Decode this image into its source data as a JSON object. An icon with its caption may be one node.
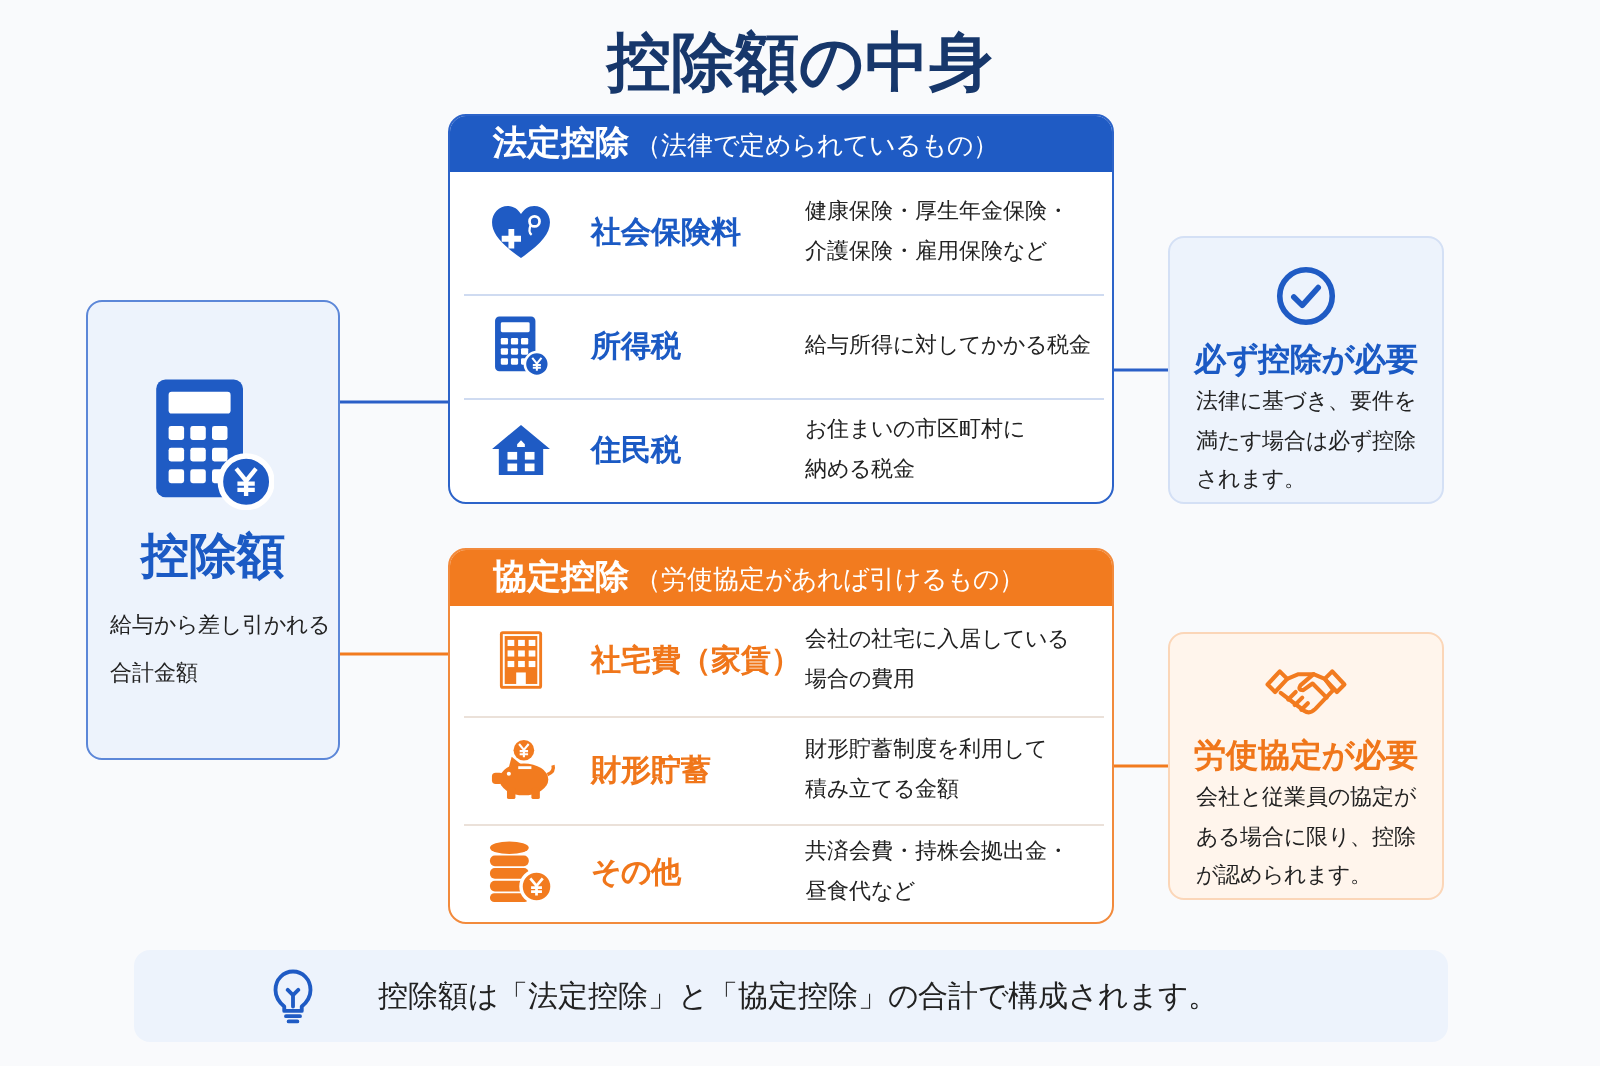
{
  "diagram": {
    "title": "控除額の中身",
    "nodes": [
      {
        "text": [
          "控除額",
          "給与から差し引かれる合計金額"
        ]
      },
      {
        "text": [
          "法定控除",
          "（法律で定められているもの）"
        ]
      },
      {
        "text": [
          "社会保険料",
          "健康保険・厚生年金保険・介護保険・雇用保険など"
        ],
        "in": 1
      },
      {
        "text": [
          "所得税",
          "給与所得に対してかかる税金"
        ],
        "in": 1
      },
      {
        "text": [
          "住民税",
          "お住まいの市区町村に納める税金"
        ],
        "in": 1
      },
      {
        "text": [
          "必ず控除が必要",
          "法律に基づき、要件を満たす場合は必ず控除されます。"
        ]
      },
      {
        "text": [
          "協定控除",
          "（労使協定があれば引けるもの）"
        ]
      },
      {
        "text": [
          "社宅費（家賃）",
          "会社の社宅に入居している場合の費用"
        ],
        "in": 6
      },
      {
        "text": [
          "財形貯蓄",
          "財形貯蓄制度を利用して積み立てる金額"
        ],
        "in": 6
      },
      {
        "text": [
          "その他",
          "共済会費・持株会拠出金・昼食代など"
        ],
        "in": 6
      },
      {
        "text": [
          "労使協定が必要",
          "会社と従業員の協定がある場合に限り、控除が認められます。"
        ]
      },
      {
        "text": [
          "控除額は「法定控除」と「協定控除」の合計で構成されます。"
        ]
      }
    ],
    "edges": [
      {
        "from": 0,
        "to": 1,
        "arrow": "none"
      },
      {
        "from": 0,
        "to": 6,
        "arrow": "none",
        "color": "#f27b1f"
      },
      {
        "from": 1,
        "to": 5,
        "arrow": "none"
      },
      {
        "from": 6,
        "to": 10,
        "arrow": "none",
        "color": "#f27b1f"
      }
    ]
  }
}
